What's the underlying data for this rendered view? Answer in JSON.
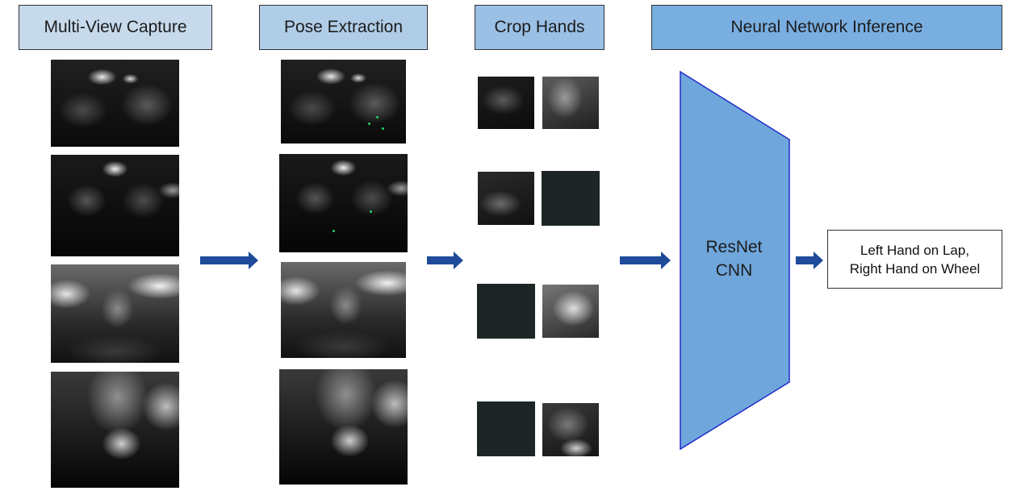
{
  "stages": [
    {
      "label": "Multi-View Capture"
    },
    {
      "label": "Pose Extraction"
    },
    {
      "label": "Crop Hands"
    },
    {
      "label": "Neural Network Inference"
    }
  ],
  "model": {
    "line1": "ResNet",
    "line2": "CNN"
  },
  "output": {
    "line1": "Left Hand on Lap,",
    "line2": "Right Hand on Wheel"
  },
  "colors": {
    "stage1_fill": "#c6daec",
    "stage2_fill": "#b0cde8",
    "stage3_fill": "#9ac0e6",
    "stage4_fill": "#79aee0",
    "model_fill": "#6fa6dc",
    "model_stroke": "#1f2bc8",
    "arrow": "#1f4b9a",
    "pose_keypoints": "#25d06a"
  }
}
